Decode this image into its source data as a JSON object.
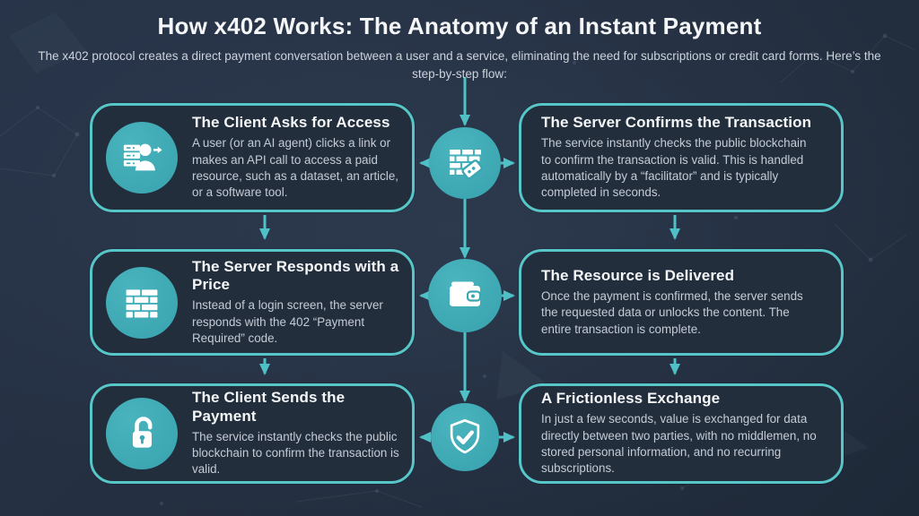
{
  "header": {
    "title": "How x402 Works: The Anatomy of an Instant Payment",
    "subtitle": "The x402 protocol creates a direct payment conversation between a user and a service, eliminating the need for subscriptions or credit card forms. Here’s the step-by-step flow:"
  },
  "colors": {
    "background": "#243040",
    "panel_fill": "#232e3d",
    "accent_teal": "#57c6c8",
    "icon_circle_teal": "#3aa7b2",
    "heading_text": "#f4f6f8",
    "body_text": "#c4cbd5"
  },
  "flow": {
    "left_column": [
      {
        "icon": "user-request-icon",
        "title": "The Client Asks for Access",
        "body": "A user (or an AI agent) clicks a link or makes an API call to access a paid resource, such as a dataset, an article, or a software tool."
      },
      {
        "icon": "brick-wall-icon",
        "title": "The Server Responds with a Price",
        "body": "Instead of a login screen, the server responds with the 402 “Payment Required” code."
      },
      {
        "icon": "open-padlock-icon",
        "title": "The Client Sends the Payment",
        "body": "The service instantly checks the public blockchain to confirm the transaction is valid."
      }
    ],
    "right_column": [
      {
        "title": "The Server Confirms the Transaction",
        "body": "The service instantly checks the public blockchain to confirm the transaction is valid. This is handled automatically by a “facilitator” and is typically completed in seconds."
      },
      {
        "title": "The Resource is Delivered",
        "body": "Once the payment is confirmed, the server sends the requested data or unlocks the content. The entire transaction is complete."
      },
      {
        "title": "A Frictionless Exchange",
        "body": "In just a few seconds, value is exchanged for data directly between two parties, with no middlemen, no stored personal information, and no recurring subscriptions."
      }
    ],
    "center_icons": [
      {
        "name": "blockchain-price-tag-icon"
      },
      {
        "name": "wallet-icon"
      },
      {
        "name": "shield-check-icon"
      }
    ]
  }
}
